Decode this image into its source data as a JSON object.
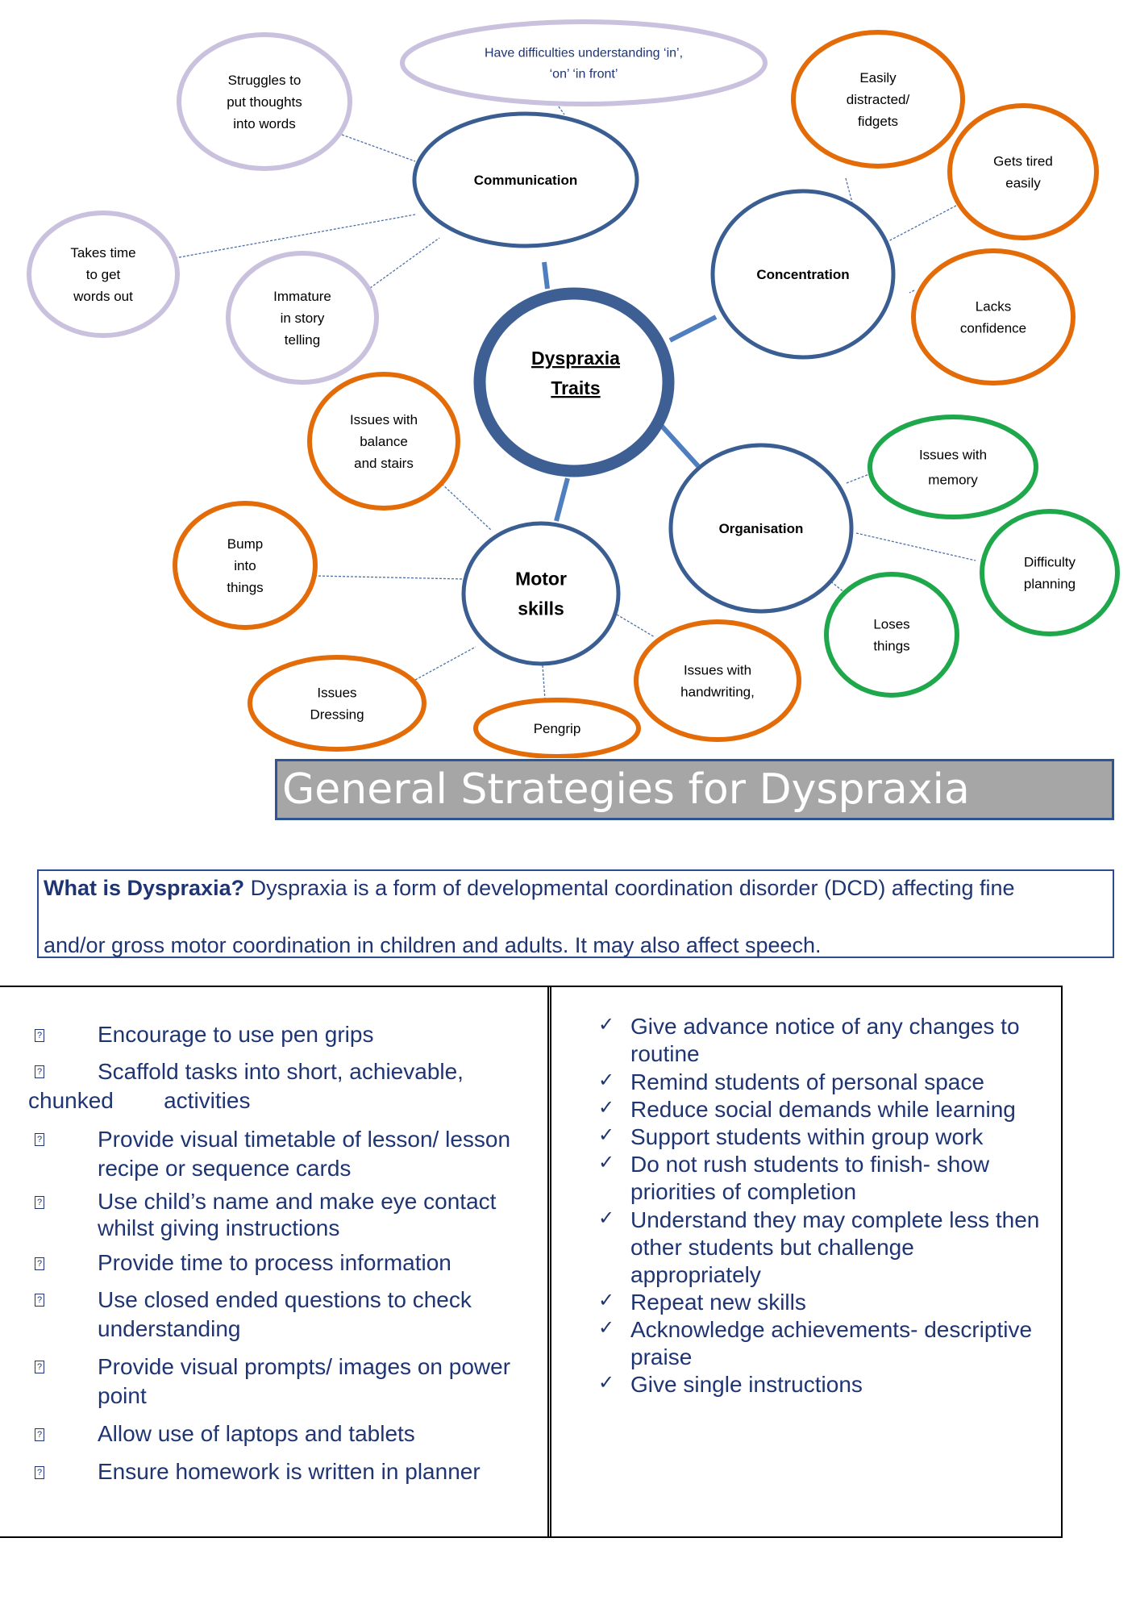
{
  "colors": {
    "central": "#3d5f94",
    "main_node": "#3b5e92",
    "lavender": "#c9c1dd",
    "orange": "#e36c09",
    "green": "#1fa84b",
    "text_dark": "#1f3573",
    "title_bar_bg": "#a6a6a6"
  },
  "mindmap": {
    "central": {
      "line1": "Dyspraxia",
      "line2": "Traits"
    },
    "main_nodes": [
      {
        "id": "communication",
        "lines": [
          "Communication"
        ]
      },
      {
        "id": "concentration",
        "lines": [
          "Concentration"
        ]
      },
      {
        "id": "organisation",
        "lines": [
          "Organisation"
        ]
      },
      {
        "id": "motor",
        "lines": [
          "Motor",
          "skills"
        ]
      }
    ],
    "leaves": [
      {
        "id": "prepositions",
        "lines": [
          "Have difficulties understanding ‘in’,",
          "‘on’ ‘in front’"
        ],
        "color": "lavender"
      },
      {
        "id": "thoughts",
        "lines": [
          "Struggles to",
          "put thoughts",
          "into words"
        ],
        "color": "lavender"
      },
      {
        "id": "takes-time",
        "lines": [
          "Takes time",
          "to get",
          "words out"
        ],
        "color": "lavender"
      },
      {
        "id": "story",
        "lines": [
          "Immature",
          "in story",
          "telling"
        ],
        "color": "lavender"
      },
      {
        "id": "distracted",
        "lines": [
          "Easily",
          "distracted/",
          "fidgets"
        ],
        "color": "orange"
      },
      {
        "id": "tired",
        "lines": [
          "Gets tired",
          "easily"
        ],
        "color": "orange"
      },
      {
        "id": "confidence",
        "lines": [
          "Lacks",
          "confidence"
        ],
        "color": "orange"
      },
      {
        "id": "balance",
        "lines": [
          "Issues with",
          "balance",
          "and stairs"
        ],
        "color": "orange"
      },
      {
        "id": "bump",
        "lines": [
          "Bump",
          "into",
          "things"
        ],
        "color": "orange"
      },
      {
        "id": "dressing",
        "lines": [
          "Issues",
          "Dressing"
        ],
        "color": "orange"
      },
      {
        "id": "pengrip",
        "lines": [
          "Pengrip"
        ],
        "color": "orange"
      },
      {
        "id": "handwriting",
        "lines": [
          "Issues with",
          "handwriting,"
        ],
        "color": "orange"
      },
      {
        "id": "memory",
        "lines": [
          "Issues with",
          "memory"
        ],
        "color": "green"
      },
      {
        "id": "planning",
        "lines": [
          "Difficulty",
          "planning"
        ],
        "color": "green"
      },
      {
        "id": "loses",
        "lines": [
          "Loses",
          "things"
        ],
        "color": "green"
      }
    ]
  },
  "title": "General Strategies for Dyspraxia",
  "what_is": {
    "heading": "What is Dyspraxia?",
    "line1": "Dyspraxia  is a form of developmental coordination disorder (DCD) affecting fine",
    "line2": "and/or gross motor coordination in children and adults. It may also affect  speech."
  },
  "left_strategies": [
    {
      "lines": [
        "Encourage to use pen grips"
      ]
    },
    {
      "lines": [
        "Scaffold tasks into short, achievable,",
        "chunked        activities"
      ]
    },
    {
      "lines": [
        "Provide visual timetable of lesson/ lesson",
        "recipe or sequence cards"
      ]
    },
    {
      "lines": [
        "Use child’s name and make eye contact",
        "whilst giving instructions"
      ]
    },
    {
      "lines": [
        "Provide time to process information"
      ]
    },
    {
      "lines": [
        "Use closed ended questions to check",
        "understanding"
      ]
    },
    {
      "lines": [
        "Provide visual prompts/ images on power",
        "point"
      ]
    },
    {
      "lines": [
        "Allow use of laptops and tablets"
      ]
    },
    {
      "lines": [
        "Ensure homework is written in planner"
      ]
    }
  ],
  "right_strategies": [
    {
      "lines": [
        "Give advance notice of any changes to",
        "routine"
      ]
    },
    {
      "lines": [
        "Remind students of personal space"
      ]
    },
    {
      "lines": [
        "Reduce social demands while learning"
      ]
    },
    {
      "lines": [
        "Support students within group work"
      ]
    },
    {
      "lines": [
        "Do not rush students to finish- show",
        "priorities of completion"
      ]
    },
    {
      "lines": [
        "Understand they may complete less then",
        "other students but challenge",
        "appropriately"
      ]
    },
    {
      "lines": [
        "Repeat new skills"
      ]
    },
    {
      "lines": [
        "Acknowledge achievements- descriptive",
        "praise"
      ]
    },
    {
      "lines": [
        "Give single instructions"
      ]
    }
  ],
  "marker_glyph": "?",
  "check_glyph": "✓"
}
